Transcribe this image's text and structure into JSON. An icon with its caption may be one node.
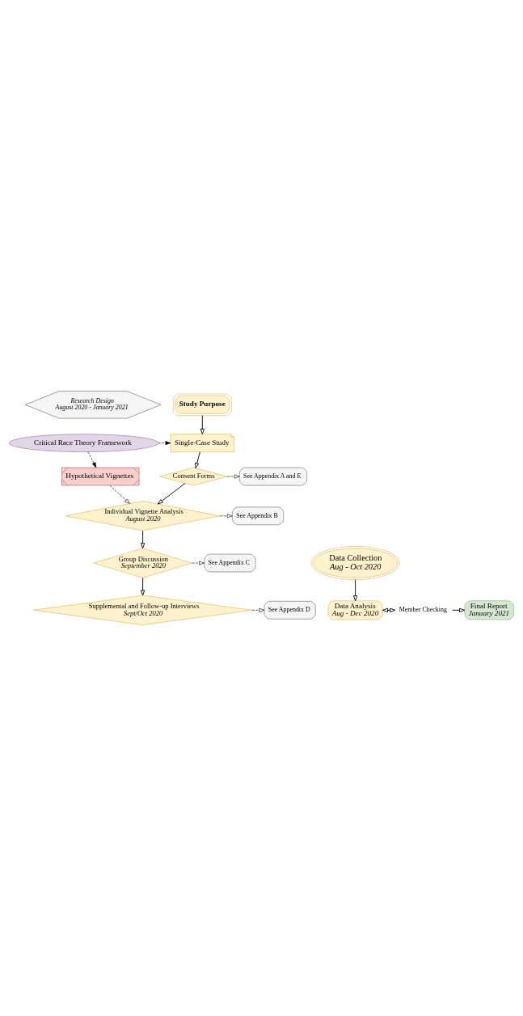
{
  "diagram": {
    "nodes": [
      {
        "text": [
          "Research Design",
          "August 2020 - January 2021"
        ]
      },
      {
        "text": [
          "Study Purpose"
        ]
      },
      {
        "text": [
          "Critical Race Theory Framework"
        ]
      },
      {
        "text": [
          "Single-Case Study"
        ]
      },
      {
        "text": [
          "Consent Forms"
        ]
      },
      {
        "text": [
          "See Appendix A and E"
        ]
      },
      {
        "text": [
          "Hypothetical Vignettes"
        ]
      },
      {
        "text": [
          "Individual Vignette Analysis",
          "August 2020"
        ]
      },
      {
        "text": [
          "See Appendix B"
        ]
      },
      {
        "text": [
          "Data Collection",
          "Aug - Oct 2020"
        ]
      },
      {
        "text": [
          "Group Discussion",
          "September 2020"
        ]
      },
      {
        "text": [
          "See Appendix C"
        ]
      },
      {
        "text": [
          "Supplemental and Follow-up Interviews",
          "Sept/Oct 2020"
        ]
      },
      {
        "text": [
          "See Appendix D"
        ]
      },
      {
        "text": [
          "Data Analysis",
          "Aug - Dec 2020"
        ]
      },
      {
        "text": [
          "Member Checking"
        ]
      },
      {
        "text": [
          "Final Report",
          "January 2021"
        ]
      }
    ],
    "edges": [
      {
        "from": 1,
        "to": 3,
        "arrow": "to"
      },
      {
        "from": 2,
        "to": 3,
        "arrow": "to",
        "style": "dashed"
      },
      {
        "from": 3,
        "to": 4,
        "arrow": "to"
      },
      {
        "from": 2,
        "to": 6,
        "arrow": "to",
        "style": "dashed"
      },
      {
        "from": 4,
        "to": 5,
        "arrow": "to",
        "style": "dashed"
      },
      {
        "from": 4,
        "to": 7,
        "arrow": "to"
      },
      {
        "from": 6,
        "to": 7,
        "arrow": "to",
        "style": "dashed"
      },
      {
        "from": 7,
        "to": 8,
        "arrow": "to",
        "style": "dashed"
      },
      {
        "from": 7,
        "to": 10,
        "arrow": "to"
      },
      {
        "from": 10,
        "to": 11,
        "arrow": "to",
        "style": "dashed"
      },
      {
        "from": 10,
        "to": 12,
        "arrow": "to"
      },
      {
        "from": 12,
        "to": 13,
        "arrow": "to",
        "style": "dashed"
      },
      {
        "from": 9,
        "to": 14,
        "arrow": "to"
      },
      {
        "from": 14,
        "to": 15,
        "arrow": "both"
      },
      {
        "from": 15,
        "to": 16,
        "arrow": "to"
      }
    ]
  }
}
